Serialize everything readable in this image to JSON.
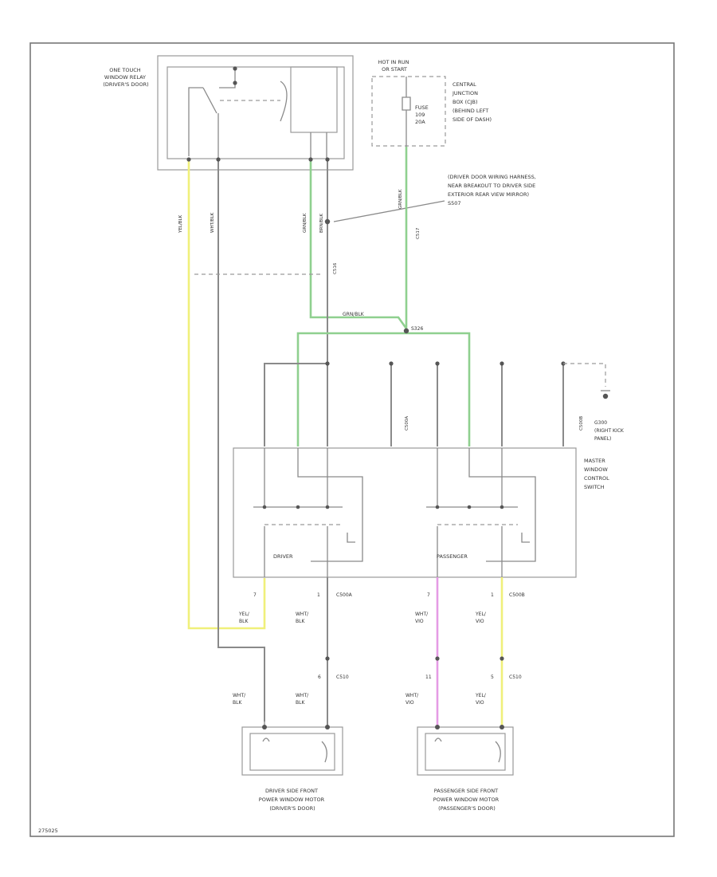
{
  "colors": {
    "yellow_wire": "#f0f07a",
    "green_wire": "#8fd08f",
    "violet_wire": "#e59be5",
    "wire_gray": "#8a8a8a",
    "line_gray": "#9a9a9a"
  },
  "relay": {
    "label": [
      "ONE TOUCH",
      "WINDOW RELAY",
      "(DRIVER'S DOOR)"
    ]
  },
  "fuse_box": {
    "header": [
      "HOT IN RUN",
      "OR START"
    ],
    "fuse": [
      "FUSE",
      "109",
      "20A"
    ],
    "description": [
      "CENTRAL",
      "JUNCTION",
      "BOX (CJB)",
      "(BEHIND LEFT",
      "SIDE OF DASH)"
    ]
  },
  "splice_callout": [
    "(DRIVER DOOR WIRING HARNESS,",
    "NEAR BREAKOUT TO DRIVER SIDE",
    "EXTERIOR REAR VIEW MIRROR)",
    "S507"
  ],
  "wire_labels": {
    "yel_blk_relay": "YEL/BLK",
    "wht_blk_relay": "WHT/BLK",
    "grn_blk_a": "GRN/BLK",
    "brn_blk": "BRN/BLK",
    "grn_blk_b": "GRN/BLK",
    "grn_blk_splice": "GRN/BLK",
    "c516": "C516",
    "c517": "C517",
    "s326": "S326"
  },
  "switch_connectors": {
    "c500a": "C500A",
    "c500b": "C500B",
    "g300": [
      "G300",
      "(RIGHT KICK",
      "PANEL)"
    ]
  },
  "master_switch": {
    "label": [
      "MASTER",
      "WINDOW",
      "CONTROL",
      "SWITCH"
    ],
    "driver": "DRIVER",
    "passenger": "PASSENGER"
  },
  "lower_labels": {
    "pin7_left": "7",
    "pin1_left": "1",
    "c500a": "C500A",
    "pin7_right": "7",
    "pin1_right": "1",
    "c500b": "C500B",
    "yel_blk": [
      "YEL/",
      "BLK"
    ],
    "wht_blk": [
      "WHT/",
      "BLK"
    ],
    "wht_vio": [
      "WHT/",
      "VIO"
    ],
    "yel_vio": [
      "YEL/",
      "VIO"
    ],
    "c510_left": "C510",
    "c510_right": "C510",
    "pin6": "6",
    "pin11": "11",
    "pin5": "5",
    "wht_blk_2": [
      "WHT/",
      "BLK"
    ],
    "wht_blk_3": [
      "WHT/",
      "BLK"
    ],
    "wht_vio_2": [
      "WHT/",
      "VIO"
    ],
    "yel_vio_2": [
      "YEL/",
      "VIO"
    ]
  },
  "motors": {
    "driver": [
      "DRIVER SIDE FRONT",
      "POWER WINDOW MOTOR",
      "(DRIVER'S DOOR)"
    ],
    "passenger": [
      "PASSENGER SIDE FRONT",
      "POWER WINDOW MOTOR",
      "(PASSENGER'S DOOR)"
    ]
  },
  "figure_id": "275025"
}
